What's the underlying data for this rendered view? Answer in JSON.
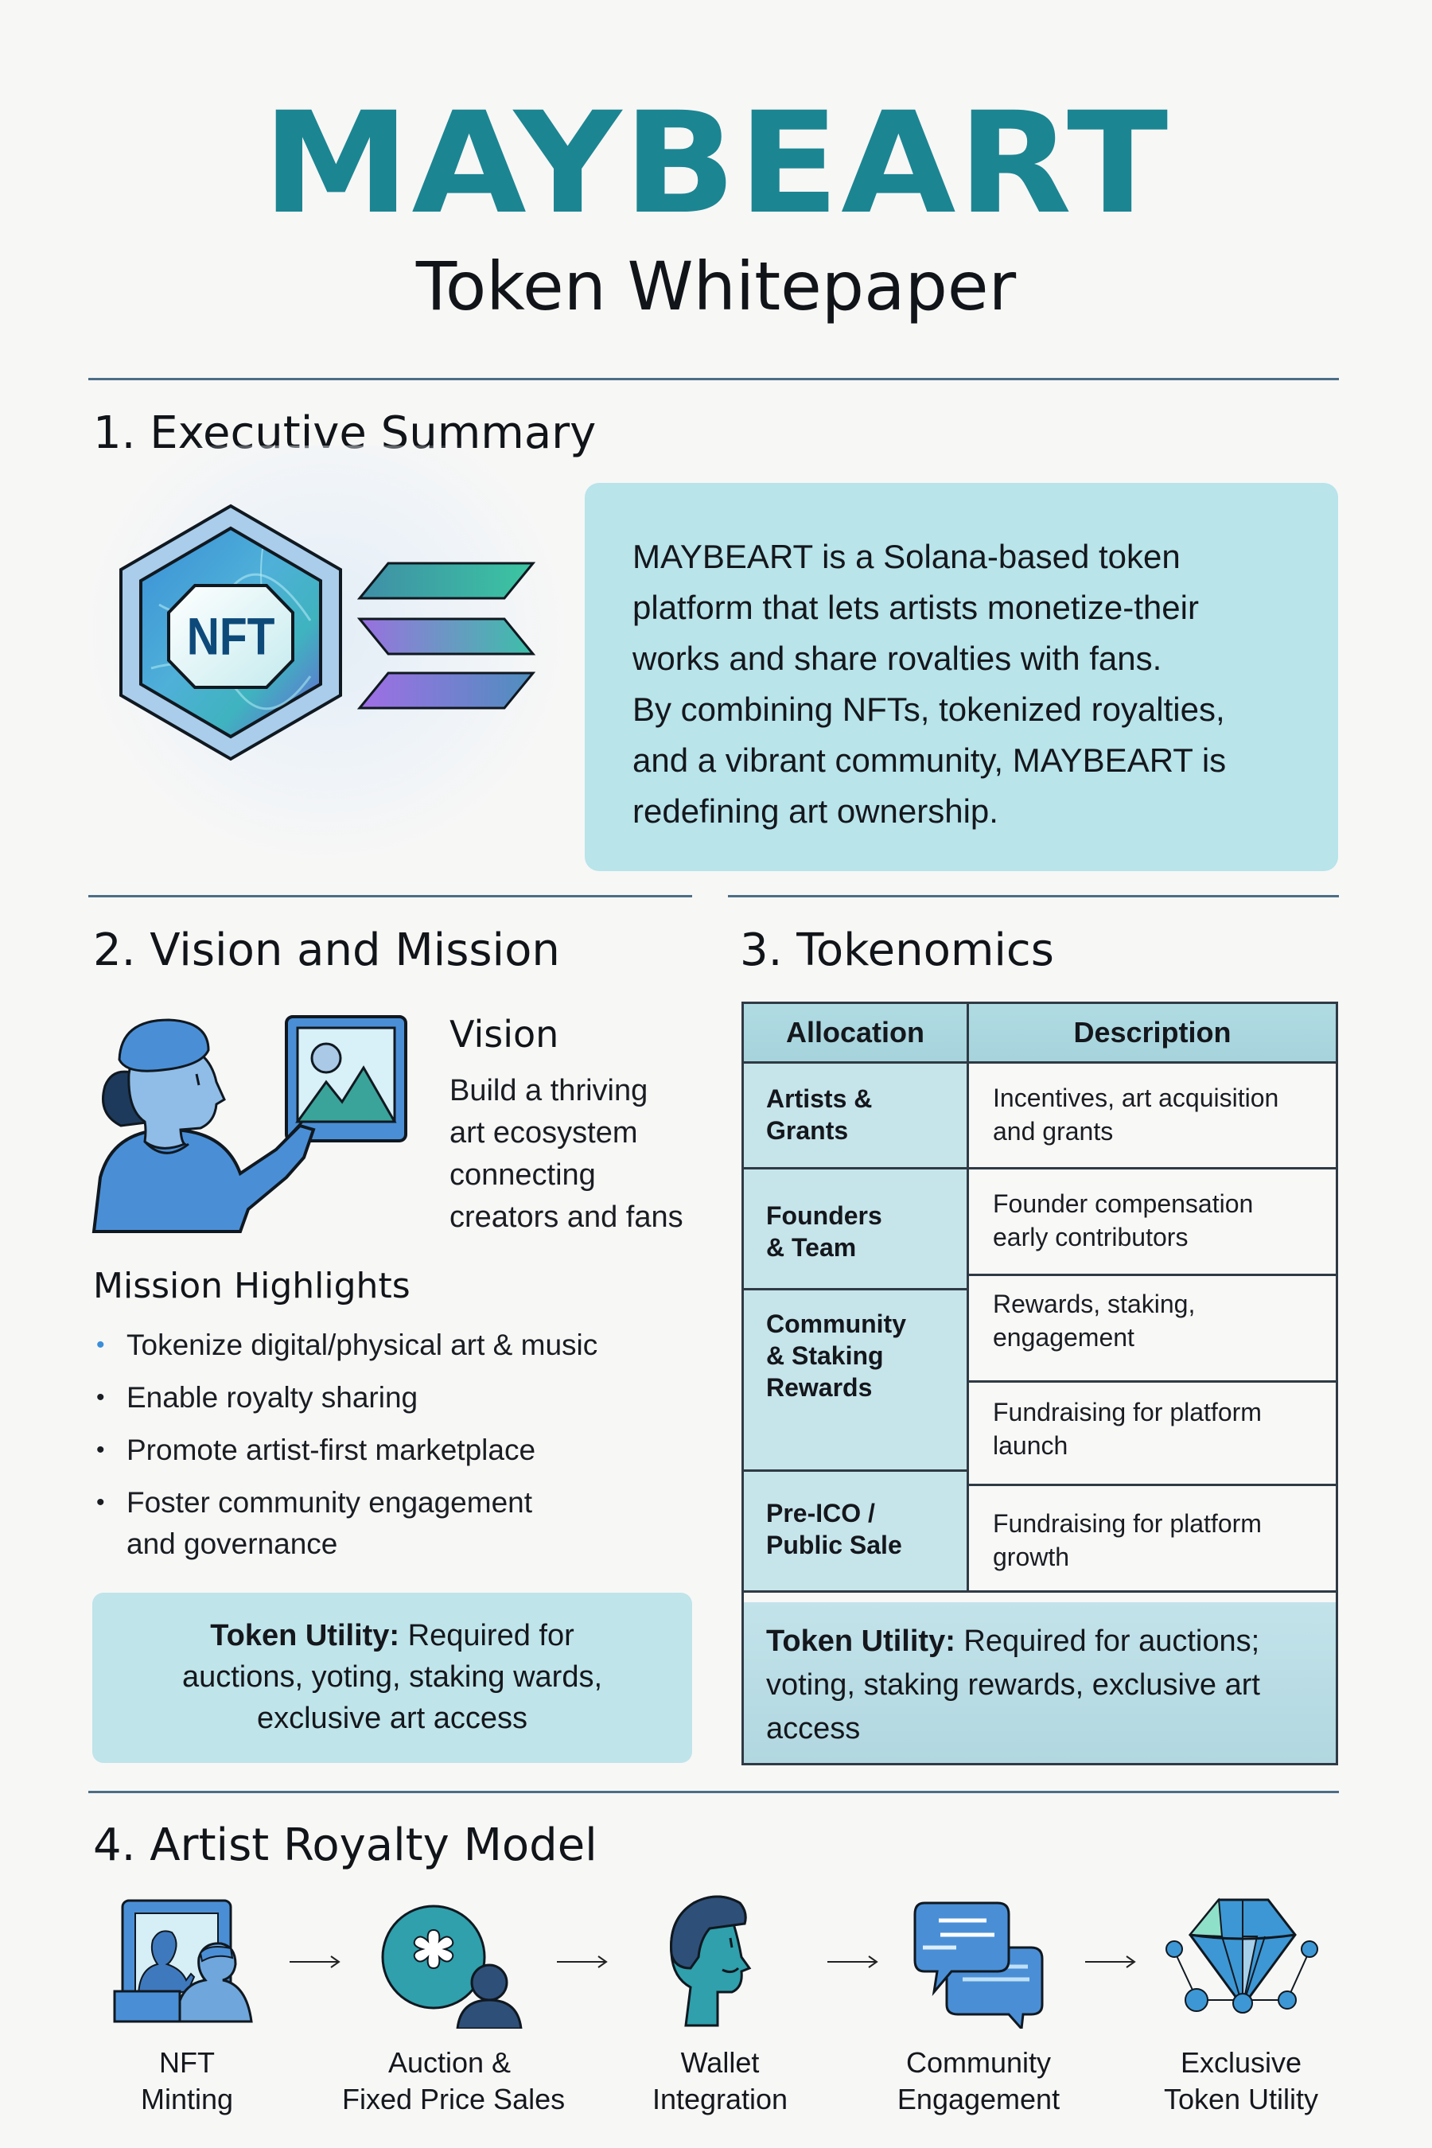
{
  "header": {
    "brand": "MAYBEART",
    "subtitle": "Token Whitepaper"
  },
  "colors": {
    "brand_teal": "#1c8592",
    "box_cyan": "#b8e4ea",
    "divider": "#4c6e86",
    "table_header": "#b0dbe3",
    "bullet_accent": "#3a8fd8"
  },
  "executive_summary": {
    "title": "1. Executive Summary",
    "icons": [
      "nft-hexagon-icon",
      "solana-logo-icon"
    ],
    "nft_label": "NFT",
    "lines": [
      "MAYBEART is a Solana-based token",
      "platform that lets artists monetize-their",
      "works and share rovalties with fans.",
      "By combining NFTs, tokenized royalties,",
      "and a vibrant community, MAYBEART is",
      "redefining art ownership."
    ]
  },
  "vision_mission": {
    "title": "2. Vision and Mission",
    "vision_heading": "Vision",
    "vision_lines": [
      "Build a thriving",
      "art ecosystem",
      "connecting",
      "creators and fans"
    ],
    "mission_heading": "Mission Highlights",
    "mission_items": [
      {
        "lines": [
          "Tokenize digital/physical art & music"
        ]
      },
      {
        "lines": [
          "Enable royalty sharing"
        ]
      },
      {
        "lines": [
          "Promote artist-first marketplace"
        ]
      },
      {
        "lines": [
          "Foster community engagement",
          "and governance"
        ]
      }
    ],
    "bullet": "•",
    "utility": {
      "label": "Token Utility:",
      "lines": [
        "Required for",
        "auctions, yoting, staking wards,",
        "exclusive art access"
      ]
    }
  },
  "tokenomics": {
    "title": "3. Tokenomics",
    "columns": [
      "Allocation",
      "Description"
    ],
    "allocations": [
      {
        "lines": [
          "Artists &",
          "Grants"
        ]
      },
      {
        "lines": [
          "Founders",
          "& Team"
        ]
      },
      {
        "lines": [
          "Community",
          "& Staking",
          "Rewards"
        ]
      },
      {
        "lines": [
          "Pre-ICO /",
          "Public Sale"
        ]
      }
    ],
    "descriptions": [
      {
        "lines": [
          "Incentives, art acquisition",
          "and grants"
        ]
      },
      {
        "lines": [
          "Founder compensation",
          "early contributors"
        ]
      },
      {
        "lines": [
          "Rewards, staking,",
          "engagement"
        ]
      },
      {
        "lines": [
          "Fundraising for  platform",
          "launch"
        ]
      },
      {
        "lines": [
          "Fundraising for platform",
          "growth"
        ]
      }
    ],
    "utility": {
      "label": "Token Utility:",
      "lines": [
        "Required for auctions;",
        "voting, staking rewards, exclusive art",
        "access"
      ]
    }
  },
  "royalty_model": {
    "title": "4. Artist Royalty Model",
    "steps": [
      {
        "icon": "nft-minting-icon",
        "lines": [
          "NFT",
          "Minting"
        ]
      },
      {
        "icon": "auction-icon",
        "lines": [
          "Auction &",
          "Fixed Price Sales"
        ]
      },
      {
        "icon": "wallet-user-icon",
        "lines": [
          "Wallet",
          "Integration"
        ]
      },
      {
        "icon": "chat-bubbles-icon",
        "lines": [
          "Community",
          "Engagement"
        ]
      },
      {
        "icon": "diamond-network-icon",
        "lines": [
          "Exclusive",
          "Token Utility"
        ]
      }
    ],
    "arrow_icon": "arrow-right-icon"
  }
}
